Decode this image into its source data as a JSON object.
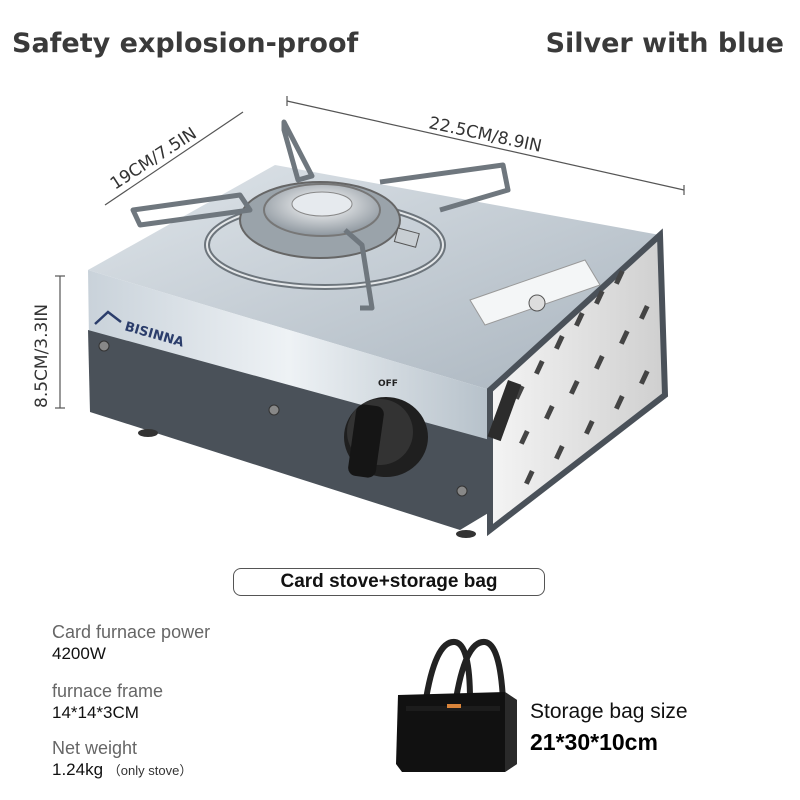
{
  "header": {
    "left_title": "Safety explosion-proof",
    "right_title": "Silver with blue"
  },
  "dimensions": {
    "width_label": "22.5CM/8.9IN",
    "depth_label": "19CM/7.5IN",
    "height_label": "8.5CM/3.3IN"
  },
  "product": {
    "brand": "BISINNA",
    "knob_off": "OFF"
  },
  "package_pill": "Card stove+storage bag",
  "specs": [
    {
      "label": "Card furnace power",
      "value": "4200W",
      "note": ""
    },
    {
      "label": "furnace frame",
      "value": "14*14*3CM",
      "note": ""
    },
    {
      "label": "Net weight",
      "value": "1.24kg",
      "note": "（only stove）"
    }
  ],
  "bag": {
    "label": "Storage bag size",
    "size": "21*30*10cm"
  }
}
